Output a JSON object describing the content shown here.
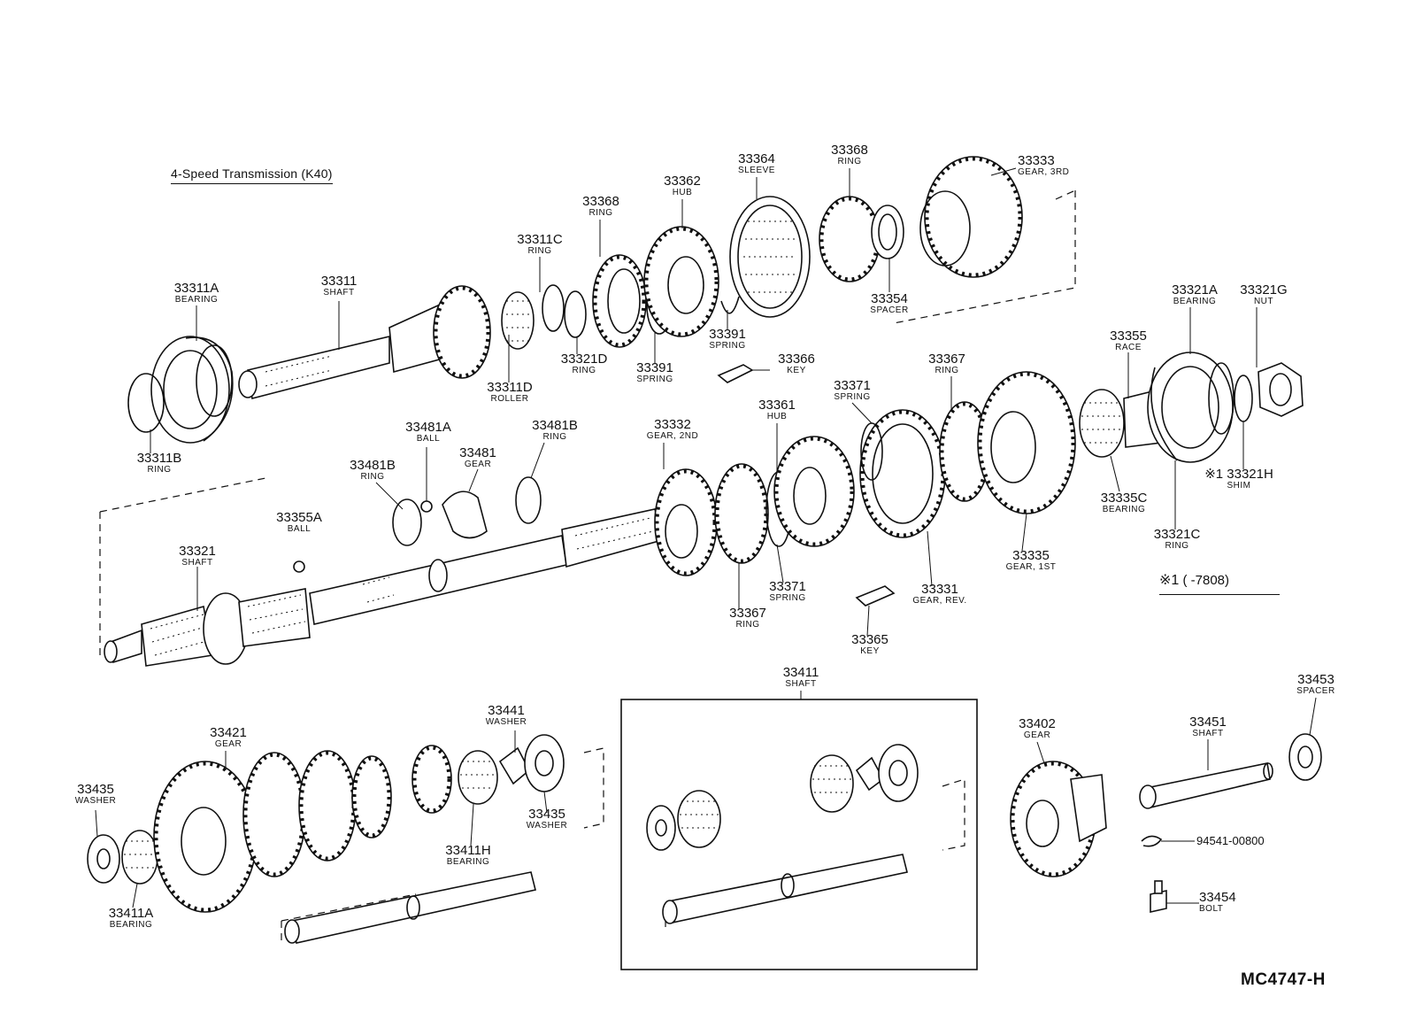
{
  "title": "4-Speed Transmission (K40)",
  "diagram_code": "MC4747-H",
  "footnote": {
    "mark": "※1",
    "range": "( -7808)"
  },
  "part_94541": "94541-00800",
  "parts": [
    {
      "id": "p33311A",
      "number": "33311A",
      "name": "BEARING"
    },
    {
      "id": "p33311B",
      "number": "33311B",
      "name": "RING"
    },
    {
      "id": "p33311",
      "number": "33311",
      "name": "SHAFT"
    },
    {
      "id": "p33311C",
      "number": "33311C",
      "name": "RING"
    },
    {
      "id": "p33311D",
      "number": "33311D",
      "name": "ROLLER"
    },
    {
      "id": "p33321D",
      "number": "33321D",
      "name": "RING"
    },
    {
      "id": "p33368a",
      "number": "33368",
      "name": "RING"
    },
    {
      "id": "p33391a",
      "number": "33391",
      "name": "SPRING"
    },
    {
      "id": "p33362",
      "number": "33362",
      "name": "HUB"
    },
    {
      "id": "p33364",
      "number": "33364",
      "name": "SLEEVE"
    },
    {
      "id": "p33391b",
      "number": "33391",
      "name": "SPRING"
    },
    {
      "id": "p33366",
      "number": "33366",
      "name": "KEY"
    },
    {
      "id": "p33368b",
      "number": "33368",
      "name": "RING"
    },
    {
      "id": "p33354",
      "number": "33354",
      "name": "SPACER"
    },
    {
      "id": "p33333",
      "number": "33333",
      "name": "GEAR, 3RD"
    },
    {
      "id": "p33321A",
      "number": "33321A",
      "name": "BEARING"
    },
    {
      "id": "p33321G",
      "number": "33321G",
      "name": "NUT"
    },
    {
      "id": "p33355",
      "number": "33355",
      "name": "RACE"
    },
    {
      "id": "p33367a",
      "number": "33367",
      "name": "RING"
    },
    {
      "id": "p33371a",
      "number": "33371",
      "name": "SPRING"
    },
    {
      "id": "p33361",
      "number": "33361",
      "name": "HUB"
    },
    {
      "id": "p33332",
      "number": "33332",
      "name": "GEAR, 2ND"
    },
    {
      "id": "p33481A",
      "number": "33481A",
      "name": "BALL"
    },
    {
      "id": "p33481",
      "number": "33481",
      "name": "GEAR"
    },
    {
      "id": "p33481Bb",
      "number": "33481B",
      "name": "RING"
    },
    {
      "id": "p33481Ba",
      "number": "33481B",
      "name": "RING"
    },
    {
      "id": "p33355A",
      "number": "33355A",
      "name": "BALL"
    },
    {
      "id": "p33321",
      "number": "33321",
      "name": "SHAFT"
    },
    {
      "id": "p33335C",
      "number": "33335C",
      "name": "BEARING"
    },
    {
      "id": "p33321H",
      "number": "※1 33321H",
      "name": "SHIM"
    },
    {
      "id": "p33321C",
      "number": "33321C",
      "name": "RING"
    },
    {
      "id": "p33335",
      "number": "33335",
      "name": "GEAR, 1ST"
    },
    {
      "id": "p33371b",
      "number": "33371",
      "name": "SPRING"
    },
    {
      "id": "p33331",
      "number": "33331",
      "name": "GEAR, REV."
    },
    {
      "id": "p33367b",
      "number": "33367",
      "name": "RING"
    },
    {
      "id": "p33365",
      "number": "33365",
      "name": "KEY"
    },
    {
      "id": "p33411",
      "number": "33411",
      "name": "SHAFT"
    },
    {
      "id": "p33441",
      "number": "33441",
      "name": "WASHER"
    },
    {
      "id": "p33421",
      "number": "33421",
      "name": "GEAR"
    },
    {
      "id": "p33435a",
      "number": "33435",
      "name": "WASHER"
    },
    {
      "id": "p33435b",
      "number": "33435",
      "name": "WASHER"
    },
    {
      "id": "p33411H",
      "number": "33411H",
      "name": "BEARING"
    },
    {
      "id": "p33411A",
      "number": "33411A",
      "name": "BEARING"
    },
    {
      "id": "p33402",
      "number": "33402",
      "name": "GEAR"
    },
    {
      "id": "p33451",
      "number": "33451",
      "name": "SHAFT"
    },
    {
      "id": "p33453",
      "number": "33453",
      "name": "SPACER"
    },
    {
      "id": "p33454",
      "number": "33454",
      "name": "BOLT"
    }
  ]
}
